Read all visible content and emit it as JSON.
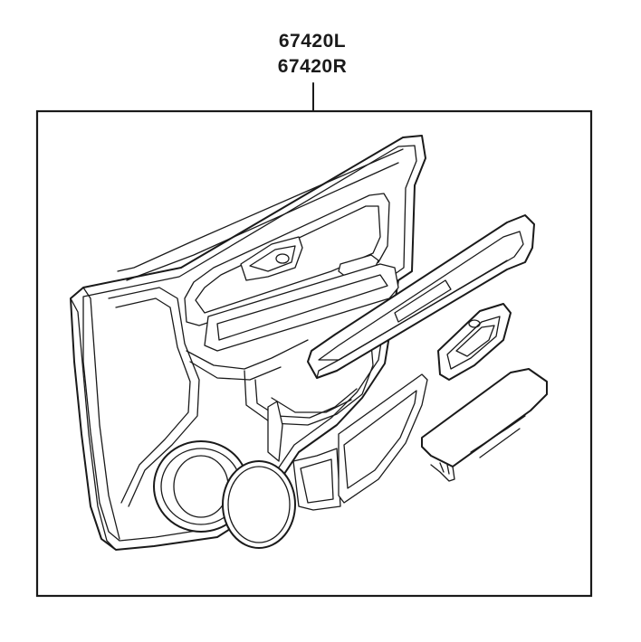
{
  "part_numbers": {
    "left": "67420L",
    "right": "67420R"
  },
  "colors": {
    "line": "#1a1a1a",
    "background": "#ffffff"
  },
  "icons": [
    "door-trim-panel-drawing",
    "armrest-drawing",
    "inner-handle-bezel-drawing",
    "switch-base-drawing"
  ]
}
